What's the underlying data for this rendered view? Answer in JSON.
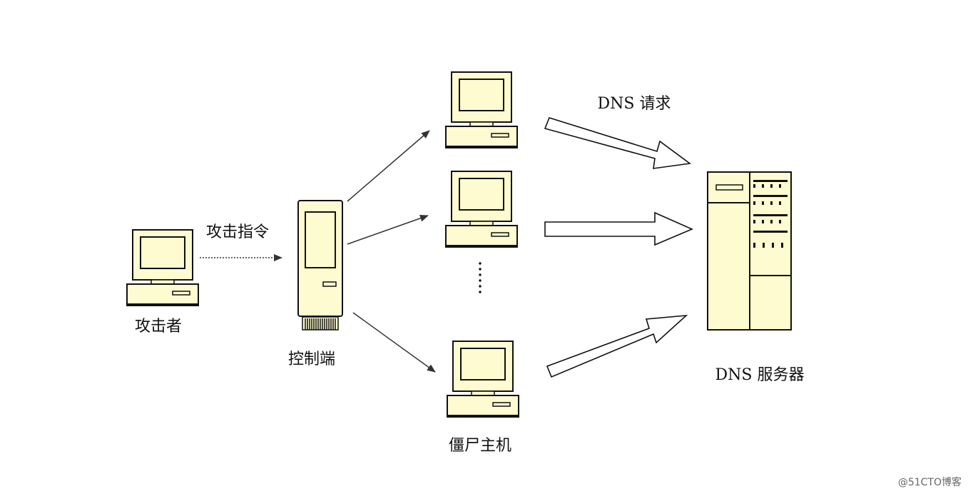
{
  "labels": {
    "attacker": "攻击者",
    "command": "攻击指令",
    "controller": "控制端",
    "zombies": "僵尸主机",
    "dns_request": "DNS 请求",
    "dns_server": "DNS 服务器"
  },
  "watermark": "@51CTO博客",
  "colors": {
    "device_fill": "#fffbd0",
    "stroke": "#111111",
    "screen": "#fffbd0"
  },
  "icons": {
    "attacker": "desktop-computer-icon",
    "controller": "tower-computer-icon",
    "zombie": "desktop-computer-icon",
    "server": "server-rack-icon"
  }
}
